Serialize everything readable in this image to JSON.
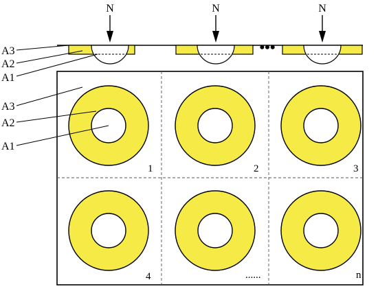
{
  "colors": {
    "ring_fill": "#f5ea46",
    "stroke": "#000000",
    "background": "#ffffff"
  },
  "top_strip": {
    "load_label": "N",
    "ellipsis": "•••",
    "layer_labels": [
      "A3",
      "A2",
      "A1"
    ]
  },
  "panel": {
    "layer_labels": [
      "A3",
      "A2",
      "A1"
    ],
    "cells": [
      {
        "label": "1"
      },
      {
        "label": "2"
      },
      {
        "label": "3"
      },
      {
        "label": "4"
      },
      {
        "label": "......"
      },
      {
        "label": "n"
      }
    ]
  }
}
